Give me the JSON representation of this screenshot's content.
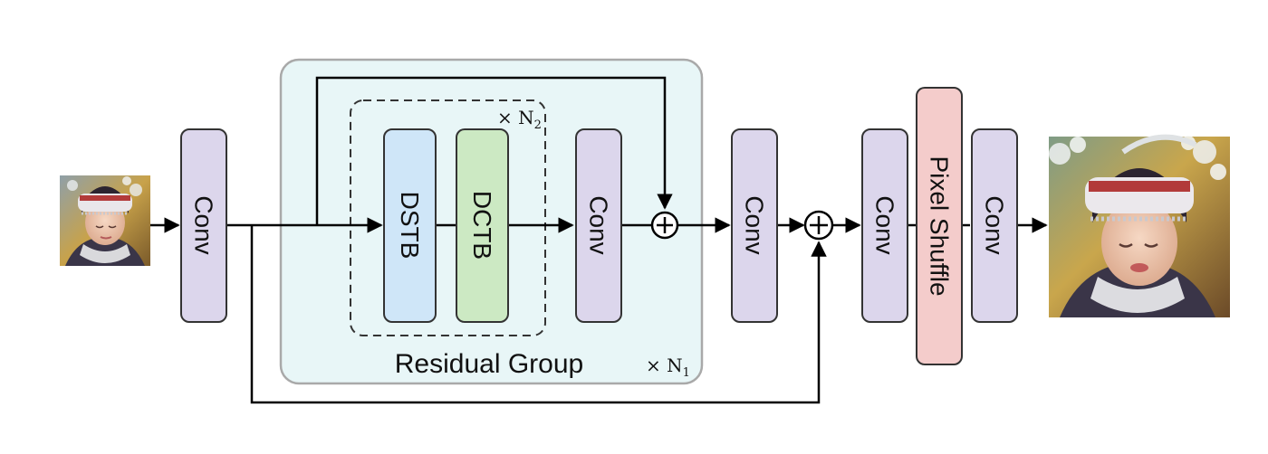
{
  "blocks": {
    "conv_in": "Conv",
    "dstb": "DSTB",
    "dctb": "DCTB",
    "conv_group": "Conv",
    "conv_after_group": "Conv",
    "conv_pre_upsample": "Conv",
    "pixel_shuffle": "Pixel Shuffle",
    "conv_out": "Conv"
  },
  "residual_group": {
    "label": "Residual Group",
    "repeat": "× N",
    "repeat_sub": "1"
  },
  "inner_loop": {
    "repeat": "× N",
    "repeat_sub": "2"
  },
  "colors": {
    "conv_fill": "#dcd6ec",
    "dstb_fill": "#cfe6f8",
    "dctb_fill": "#cce9c3",
    "pixel_shuffle_fill": "#f4cccb",
    "group_fill": "#e8f6f7",
    "group_stroke": "#a9a9a9",
    "stroke": "#333333"
  },
  "images": {
    "input": "low-resolution-portrait",
    "output": "high-resolution-portrait"
  }
}
